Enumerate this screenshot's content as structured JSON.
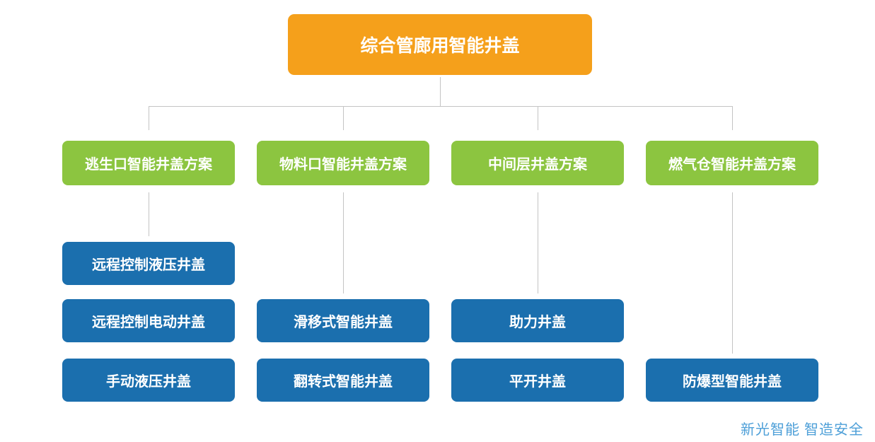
{
  "chart": {
    "type": "org-tree",
    "root": {
      "label": "综合管廊用智能井盖"
    },
    "branches": [
      {
        "label": "逃生口智能井盖方案",
        "children": [
          "远程控制液压井盖",
          "远程控制电动井盖",
          "手动液压井盖"
        ]
      },
      {
        "label": "物料口智能井盖方案",
        "children": [
          "滑移式智能井盖",
          "翻转式智能井盖"
        ]
      },
      {
        "label": "中间层井盖方案",
        "children": [
          "助力井盖",
          "平开井盖"
        ]
      },
      {
        "label": "燃气仓智能井盖方案",
        "children": [
          "防爆型智能井盖"
        ]
      }
    ]
  },
  "footer": {
    "tagline": "新光智能 智造安全"
  },
  "colors": {
    "root_node": "#f5a01b",
    "category_node": "#8cc540",
    "leaf_node": "#1b6fae",
    "connector_line": "#c4c4c4",
    "node_text": "#ffffff",
    "tagline_text": "#4d9fd8",
    "background": "#ffffff"
  }
}
